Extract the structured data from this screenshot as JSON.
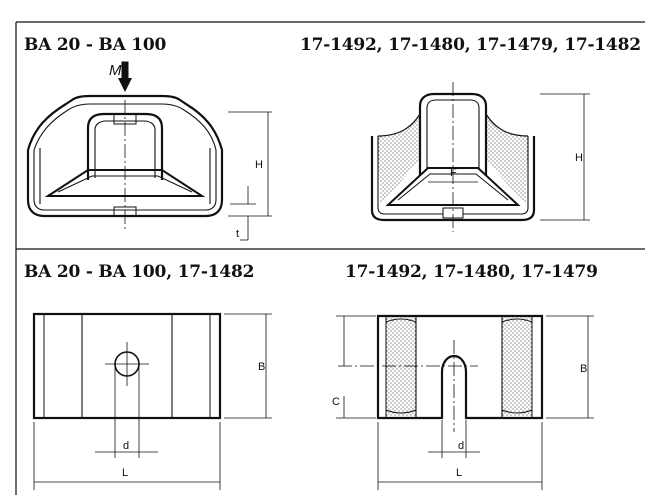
{
  "headings": {
    "top_left": "BA 20 - BA 100",
    "top_right": "17-1492, 17-1480, 17-1479, 17-1482",
    "bottom_left": "BA 20 - BA 100, 17-1482",
    "bottom_right": "17-1492, 17-1480, 17-1479"
  },
  "labels": {
    "moment": "M",
    "height_left": "H",
    "thickness": "t",
    "height_right": "H",
    "width_f": "F",
    "breadth_left": "B",
    "diameter_left": "d",
    "length_left": "L",
    "c_dim": "C",
    "breadth_right": "B",
    "diameter_right": "d",
    "length_right": "L"
  },
  "colors": {
    "line": "#111111",
    "fill": "#e8e8e8",
    "stipple": "#555555"
  }
}
